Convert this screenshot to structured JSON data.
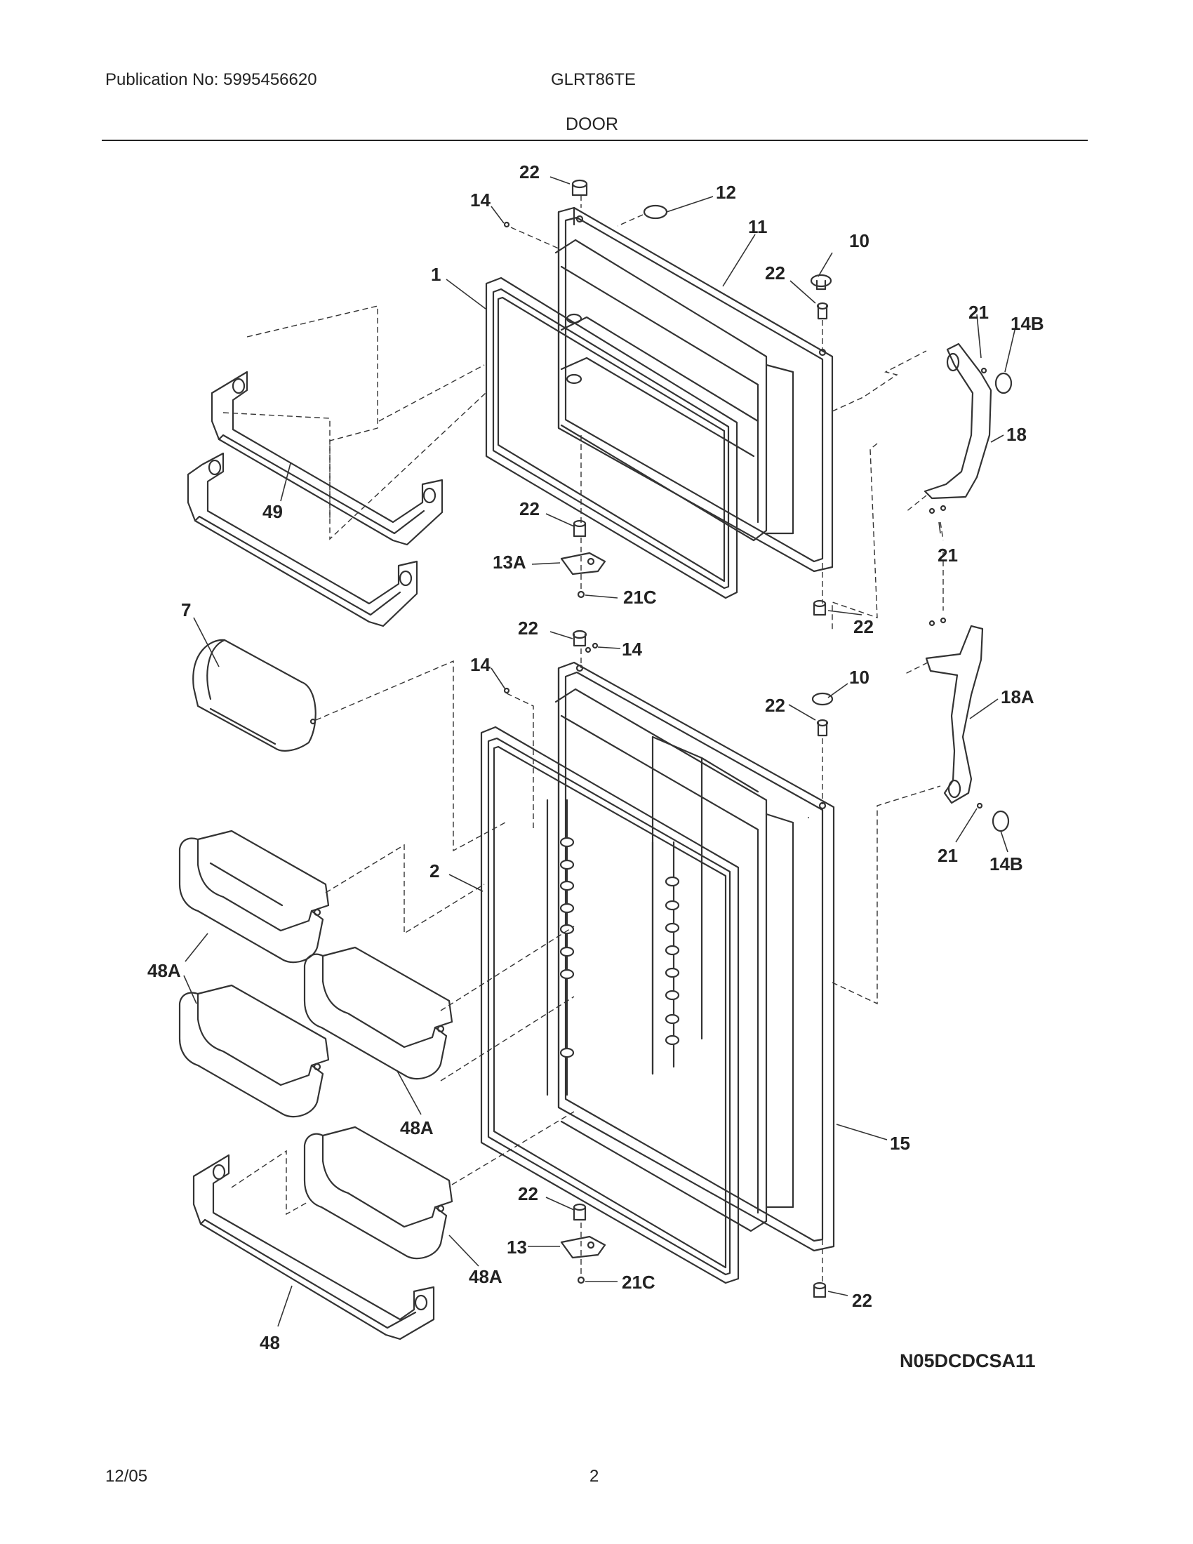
{
  "header": {
    "publication": "Publication No: 5995456620",
    "model": "GLRT86TE",
    "section": "DOOR"
  },
  "diagram": {
    "code": "N05DCDCSA11",
    "callouts": [
      "22",
      "12",
      "14",
      "11",
      "10",
      "22",
      "1",
      "21",
      "14B",
      "18",
      "49",
      "22",
      "21",
      "13A",
      "21C",
      "22",
      "7",
      "22",
      "14",
      "14",
      "10",
      "22",
      "18A",
      "2",
      "21",
      "14B",
      "48A",
      "48A",
      "15",
      "22",
      "13",
      "21C",
      "48A",
      "48",
      "22"
    ]
  },
  "footer": {
    "date": "12/05",
    "page": "2"
  }
}
